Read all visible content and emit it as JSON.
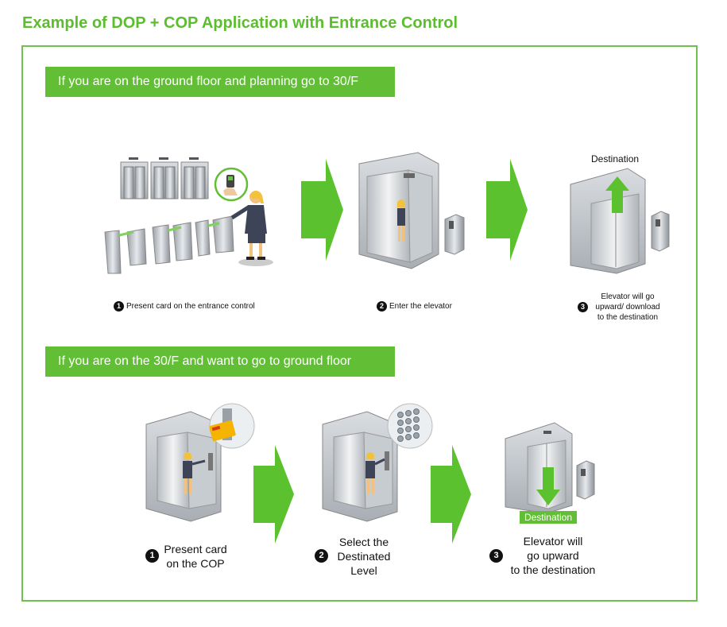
{
  "title": "Example of DOP + COP Application with Entrance Control",
  "section1": {
    "banner": "If you are on the ground floor and planning go to 30/F",
    "destination_label": "Destination",
    "steps": [
      {
        "num": "1",
        "text": "Present card on the entrance control"
      },
      {
        "num": "2",
        "text": "Enter the elevator"
      },
      {
        "num": "3",
        "lines": [
          "Elevator will go",
          "upward/ download",
          "to the destination"
        ]
      }
    ]
  },
  "section2": {
    "banner": "If you are on the 30/F and want to go to ground floor",
    "destination_label": "Destination",
    "steps": [
      {
        "num": "1",
        "lines": [
          "Present card",
          "on the COP"
        ]
      },
      {
        "num": "2",
        "lines": [
          "Select the",
          "Destinated",
          "Level"
        ]
      },
      {
        "num": "3",
        "lines": [
          "Elevator will",
          "go upward",
          "to the destination"
        ]
      }
    ]
  },
  "colors": {
    "accent": "#62bf35",
    "title": "#5cbd2e",
    "arrow": "#5cc12f"
  },
  "icons": [
    "elevator-icon",
    "turnstile-icon",
    "person-icon",
    "card-reader-icon",
    "arrow-right-icon",
    "arrow-up-icon",
    "arrow-down-icon",
    "access-card-icon",
    "keypad-icon"
  ]
}
